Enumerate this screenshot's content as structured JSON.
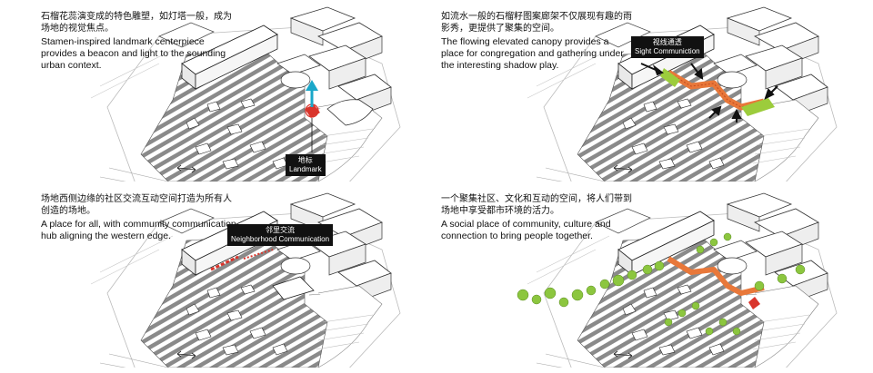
{
  "panels": [
    {
      "caption_zh": "石榴花蕊演变成的特色雕塑，如灯塔一般，成为场地的视觉焦点。",
      "caption_en": "Stamen-inspired landmark centerpiece provides a beacon and light to the sounding urban context.",
      "tag_zh": "地标",
      "tag_en": "Landmark"
    },
    {
      "caption_zh": "如流水一般的石榴籽图案廊架不仅展现有趣的雨影秀，更提供了聚集的空间。",
      "caption_en": "The flowing elevated canopy provides a place for congregation and gathering under the interesting shadow play.",
      "tag_zh": "视线通透",
      "tag_en": "Sight Communiction"
    },
    {
      "caption_zh": "场地西侧边缘的社区交流互动空间打造为所有人创造的场地。",
      "caption_en": "A place for all, with community communication hub aligning the western edge.",
      "tag_zh": "邻里交流",
      "tag_en": "Neighborhood Communication"
    },
    {
      "caption_zh": "一个聚集社区、文化和互动的空间，将人们带到场地中享受都市环境的活力。",
      "caption_en": "A social place of community, culture and connection to bring people together.",
      "tag_zh": "",
      "tag_en": ""
    }
  ],
  "colors": {
    "landmark_red": "#d9342b",
    "beacon_cyan": "#1aa7c9",
    "canopy_orange": "#e8783a",
    "canopy_green": "#9ccc3c",
    "community_red": "#d9342b",
    "tree_green": "#8cc63f"
  }
}
